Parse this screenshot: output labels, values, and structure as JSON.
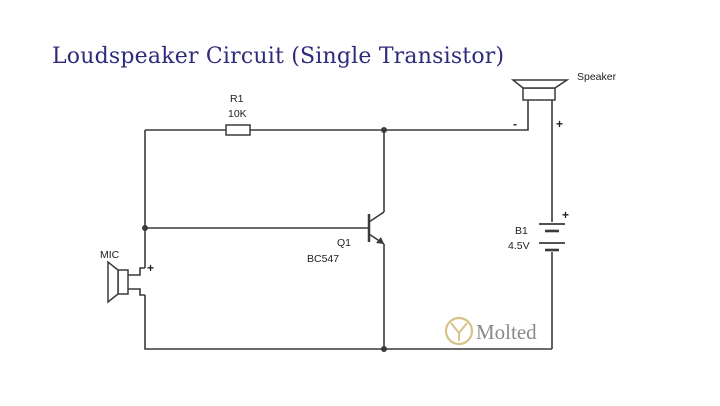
{
  "title": "Loudspeaker Circuit (Single Transistor)",
  "components": {
    "resistor": {
      "designator": "R1",
      "value": "10K"
    },
    "transistor": {
      "designator": "Q1",
      "part": "BC547"
    },
    "battery": {
      "designator": "B1",
      "value": "4.5V",
      "plus": "+"
    },
    "speaker": {
      "label": "Speaker",
      "minus": "-",
      "plus": "+"
    },
    "mic": {
      "label": "MIC",
      "plus": "+"
    }
  },
  "watermark": {
    "text": "Molted"
  },
  "colors": {
    "title": "#2f2a7a",
    "wire": "#3a3a3a",
    "watermark": "#8a8a8a",
    "logo": "#d8c28a"
  }
}
